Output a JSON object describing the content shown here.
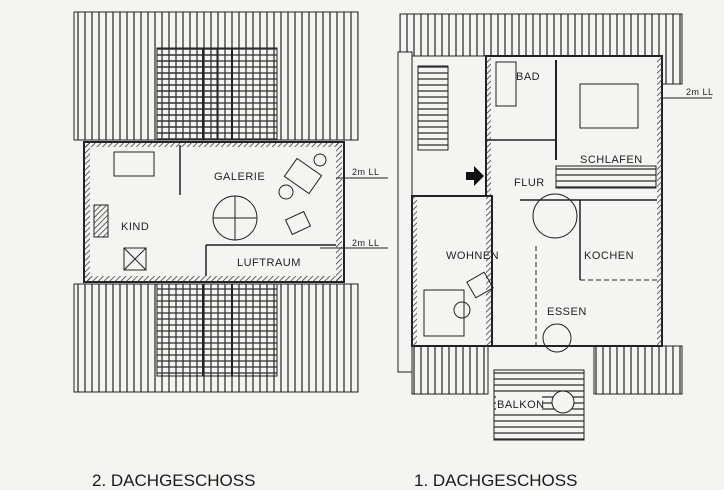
{
  "floors": [
    {
      "caption": "2. DACHGESCHOSS",
      "rooms": {
        "galerie": "GALERIE",
        "kind": "KIND",
        "luftraum": "LUFTRAUM"
      },
      "height_marks": [
        "2m LL",
        "2m LL"
      ]
    },
    {
      "caption": "1. DACHGESCHOSS",
      "rooms": {
        "bad": "BAD",
        "schlafen": "SCHLAFEN",
        "flur": "FLUR",
        "wohnen": "WOHNEN",
        "kochen": "KOCHEN",
        "essen": "ESSEN",
        "balkon": "BALKON"
      },
      "height_marks": [
        "2m LL"
      ]
    }
  ],
  "colors": {
    "ink": "#1e1e1e",
    "paper": "#f4f4f2"
  }
}
